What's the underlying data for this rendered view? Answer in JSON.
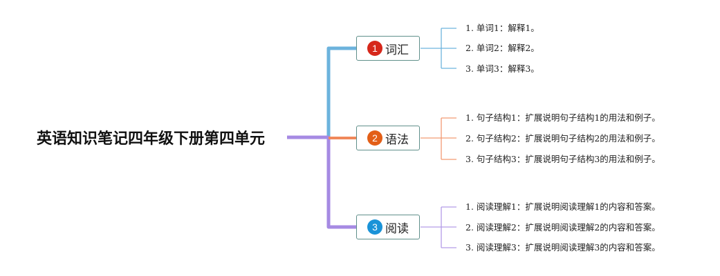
{
  "root": {
    "title": "英语知识笔记四年级下册第四单元"
  },
  "branches": [
    {
      "number": "1",
      "label": "词汇",
      "color": "#6cb3dd",
      "badge_color": "#d6271a",
      "items": [
        "1. 单词1：解释1。",
        "2. 单词2：解释2。",
        "3. 单词3：解释3。"
      ]
    },
    {
      "number": "2",
      "label": "语法",
      "color": "#f0885a",
      "badge_color": "#e35f17",
      "items": [
        "1. 句子结构1：扩展说明句子结构1的用法和例子。",
        "2. 句子结构2：扩展说明句子结构2的用法和例子。",
        "3. 句子结构3：扩展说明句子结构3的用法和例子。"
      ]
    },
    {
      "number": "3",
      "label": "阅读",
      "color": "#a68ae3",
      "badge_color": "#1a93d8",
      "items": [
        "1. 阅读理解1：扩展说明阅读理解1的内容和答案。",
        "2. 阅读理解2：扩展说明阅读理解2的内容和答案。",
        "3. 阅读理解3：扩展说明阅读理解3的内容和答案。"
      ]
    }
  ]
}
